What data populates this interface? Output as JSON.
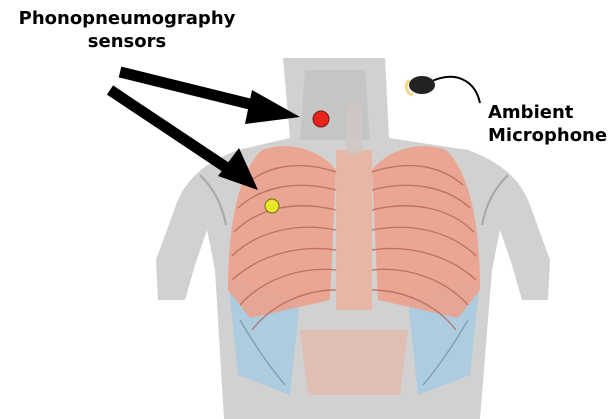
{
  "labels": {
    "sensors_line1": "Phonopneumography",
    "sensors_line2": "sensors",
    "mic_line1": "Ambient",
    "mic_line2": "Microphone"
  },
  "colors": {
    "sensor_neck": "#e8231c",
    "sensor_chest": "#e6e62a",
    "body": "#c9c9c9",
    "lungs": "#ef9f88",
    "diaphragm_area": "#a9cbe0",
    "arrow": "#000000"
  }
}
